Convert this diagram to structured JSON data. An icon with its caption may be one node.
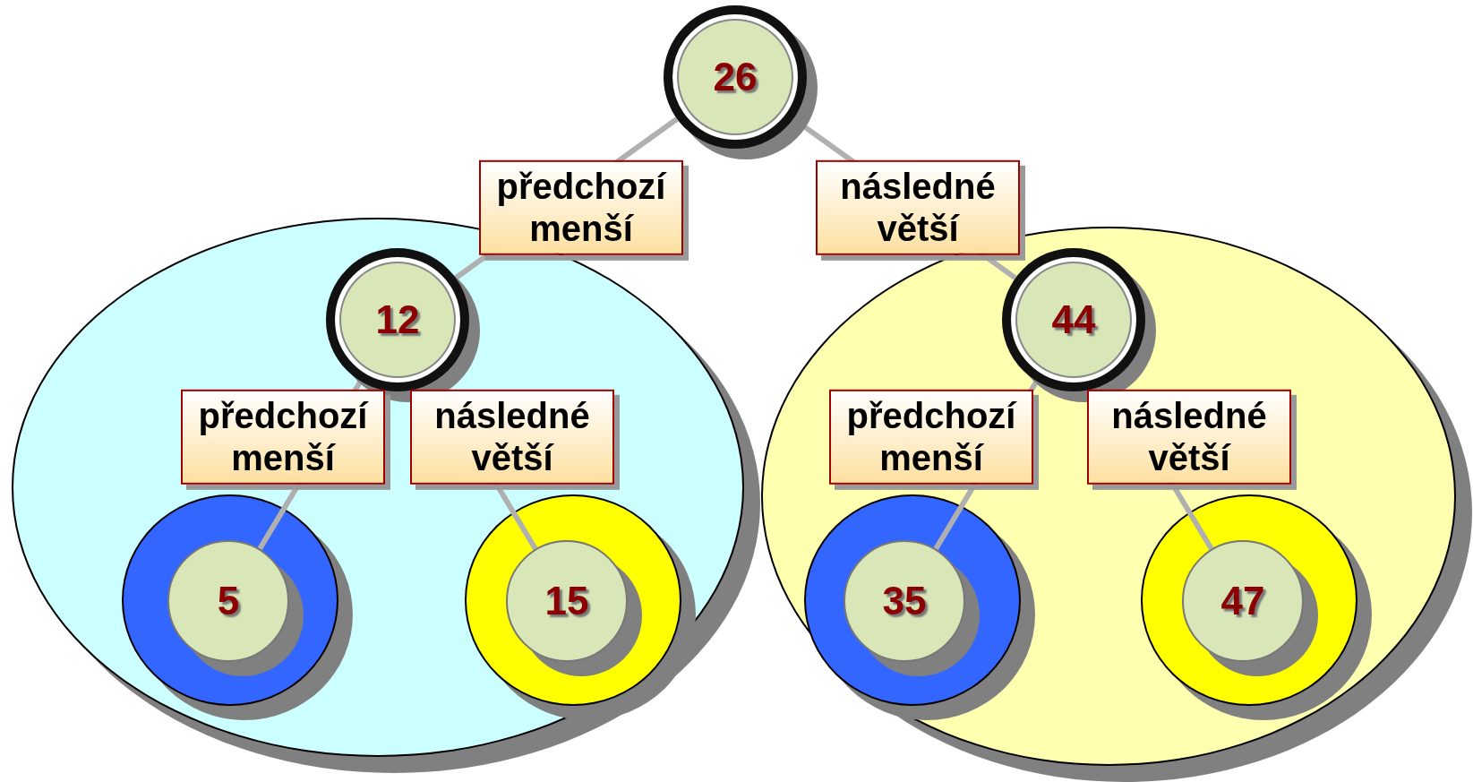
{
  "diagram": {
    "nodes": [
      {
        "text": [
          "26"
        ]
      },
      {
        "text": [],
        "shape": "circle"
      },
      {
        "text": [
          "12"
        ],
        "in": 1
      },
      {
        "text": [],
        "shape": "circle",
        "in": 1
      },
      {
        "text": [
          "5"
        ],
        "in": 3
      },
      {
        "text": [],
        "shape": "circle",
        "in": 1
      },
      {
        "text": [
          "15"
        ],
        "in": 5
      },
      {
        "text": [],
        "shape": "circle"
      },
      {
        "text": [
          "44"
        ],
        "in": 7
      },
      {
        "text": [],
        "shape": "circle",
        "in": 7
      },
      {
        "text": [
          "35"
        ],
        "in": 9
      },
      {
        "text": [],
        "shape": "circle",
        "in": 7
      },
      {
        "text": [
          "47"
        ],
        "in": 11
      }
    ],
    "edges": [
      {
        "from": 0,
        "to": 2,
        "arrow": "none",
        "label": "předchozí menší"
      },
      {
        "from": 0,
        "to": 8,
        "arrow": "none",
        "label": "následné větší"
      },
      {
        "from": 2,
        "to": 4,
        "arrow": "none",
        "label": "předchozí menší"
      },
      {
        "from": 2,
        "to": 6,
        "arrow": "none",
        "label": "následné větší"
      },
      {
        "from": 8,
        "to": 10,
        "arrow": "none",
        "label": "předchozí menší"
      },
      {
        "from": 8,
        "to": 12,
        "arrow": "none",
        "label": "následné větší"
      }
    ]
  }
}
